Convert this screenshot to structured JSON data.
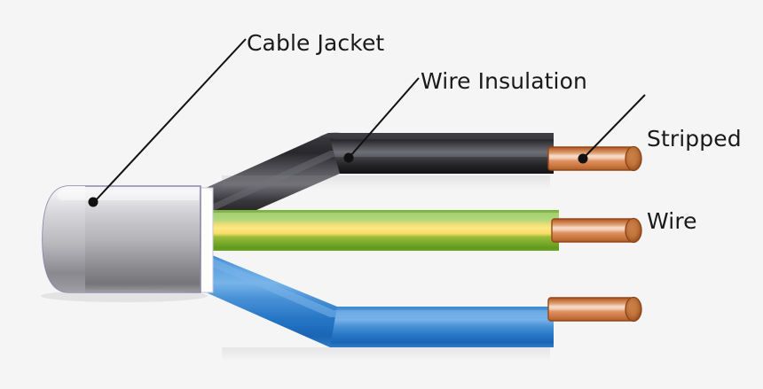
{
  "illustration": {
    "title": "Electrical cable cutaway diagram",
    "background_color": "#f5f5f5"
  },
  "labels": [
    {
      "id": "cable-jacket",
      "text": "Cable Jacket",
      "line_from": [
        277,
        44
      ],
      "line_to": [
        105,
        228
      ],
      "dot": [
        105,
        228
      ]
    },
    {
      "id": "wire-insulation",
      "text": "Wire Insulation",
      "line_from": [
        472,
        88
      ],
      "line_to": [
        393,
        178
      ],
      "dot": [
        393,
        178
      ]
    },
    {
      "id": "stripped-wire",
      "line1": "Stripped",
      "line2": "Wire",
      "line_from": [
        727,
        107
      ],
      "line_to": [
        657,
        179
      ],
      "dot": [
        657,
        179
      ]
    }
  ],
  "parts": {
    "jacket": {
      "name": "Cable Jacket",
      "color_top": "#fcfcfc",
      "color_mid": "#b4b4b4",
      "color_bottom": "#6f6f6f",
      "outline": "#8b87a8",
      "endface": "#ffffff"
    },
    "wire_black": {
      "name": "Black wire insulation",
      "color_dark": "#1e1e21",
      "color_highlight": "#6d6d72"
    },
    "wire_green_yellow": {
      "name": "Green/yellow earth wire insulation",
      "color_green_light": "#9ccc63",
      "color_yellow": "#fbe169",
      "color_green_dark": "#5f9e22"
    },
    "wire_blue": {
      "name": "Blue wire insulation",
      "color_dark": "#1f6fc4",
      "color_highlight": "#76b2e6"
    },
    "conductor": {
      "name": "Stripped copper conductor",
      "color_dark": "#a9541f",
      "color_mid": "#d98b55",
      "color_highlight": "#f7d9c4",
      "tip_color": "#b8612a"
    }
  }
}
